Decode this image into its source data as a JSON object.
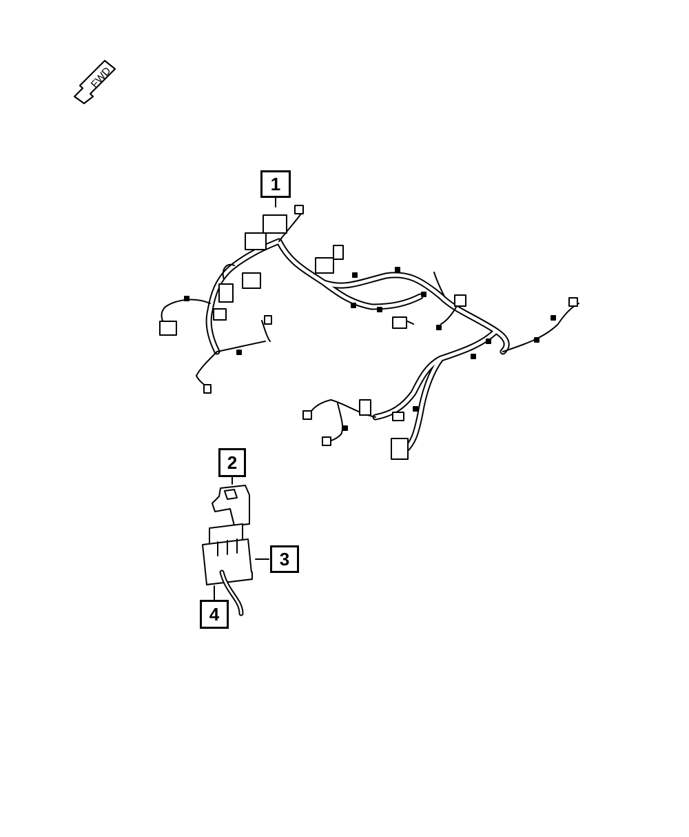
{
  "direction_arrow": {
    "label": "FWD",
    "icon": "forward-arrow-icon"
  },
  "callouts": [
    {
      "id": "1",
      "label": "1"
    },
    {
      "id": "2",
      "label": "2"
    },
    {
      "id": "3",
      "label": "3"
    },
    {
      "id": "4",
      "label": "4"
    }
  ],
  "colors": {
    "line": "#000000",
    "background": "#ffffff"
  }
}
